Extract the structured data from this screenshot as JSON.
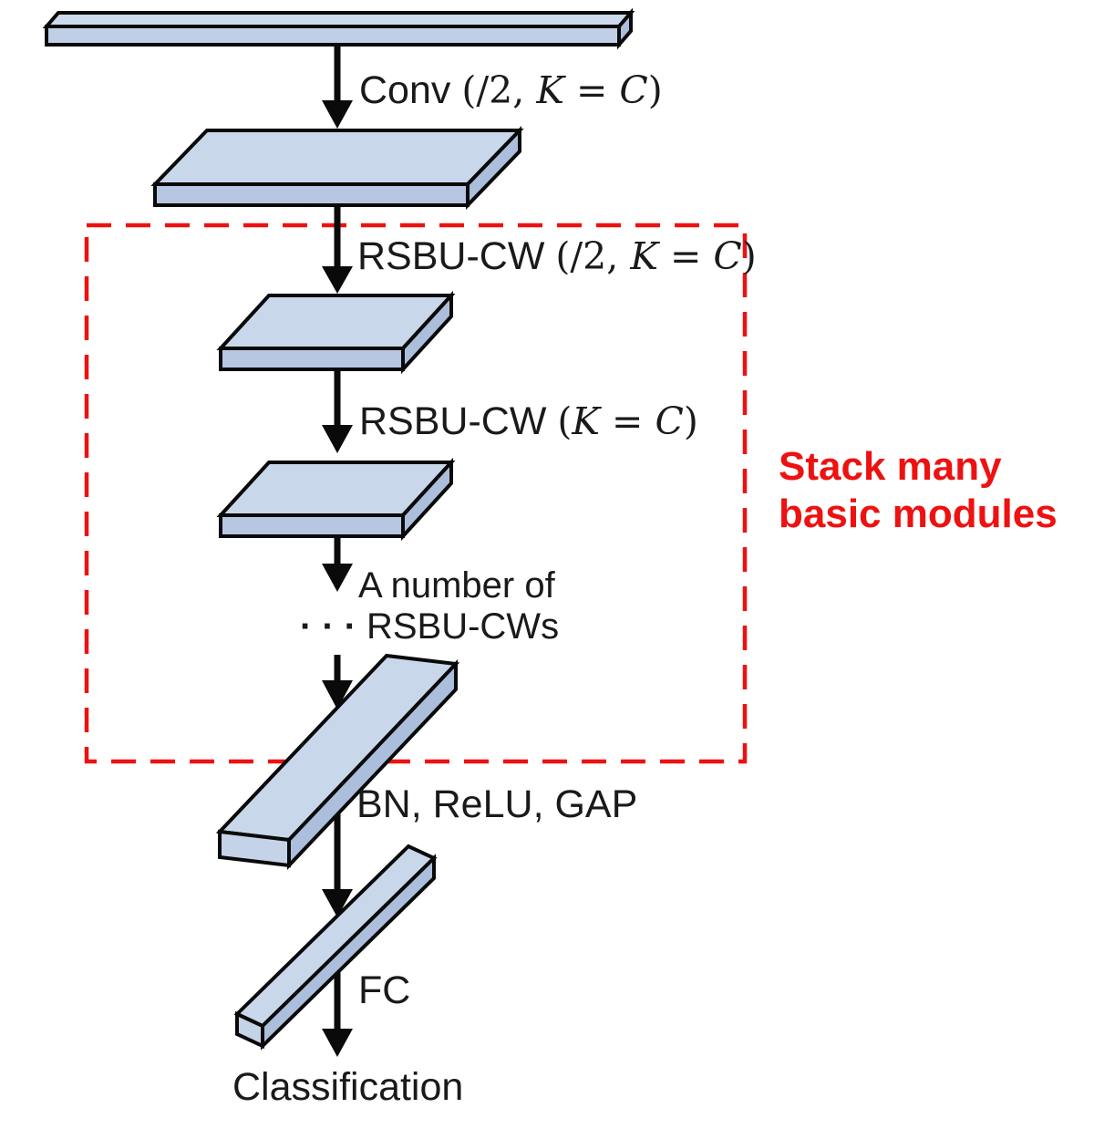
{
  "diagram": {
    "title_hint": "stacked network architecture flow",
    "colors": {
      "background": "#ffffff",
      "slab_top": "#C9D7EB",
      "slab_front": "#B7C7E2",
      "slab_side": "#ABBEDB",
      "outline": "#0a0a0a",
      "text": "#1a1a1a",
      "accent_red": "#EE1111"
    },
    "labels": {
      "conv": {
        "name": "Conv ",
        "open": "(/2, ",
        "k": "K",
        "eq": " = ",
        "c": "C",
        "close": ")"
      },
      "rsbu_half": {
        "name": "RSBU-CW ",
        "open": "(/2, ",
        "k": "K",
        "eq": " = ",
        "c": "C",
        "close": ")"
      },
      "rsbu": {
        "name": "RSBU-CW ",
        "open": "(",
        "k": "K",
        "eq": " = ",
        "c": "C",
        "close": ")"
      },
      "a_number_line1": "A number of",
      "dots": "···",
      "a_number_line2": "RSBU-CWs",
      "bn_relu_gap": "BN, ReLU, GAP",
      "fc": "FC",
      "classification": "Classification",
      "stack_note_line1": "Stack many",
      "stack_note_line2": "basic modules"
    }
  }
}
